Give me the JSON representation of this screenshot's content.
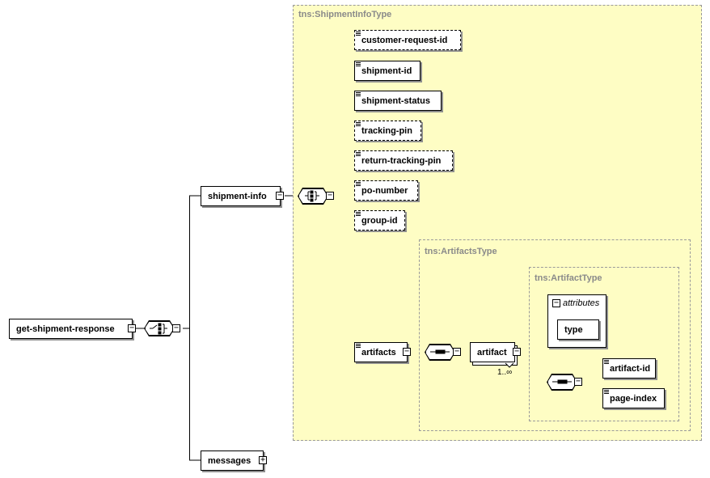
{
  "root": {
    "label": "get-shipment-response"
  },
  "types": {
    "shipment_info_type": "tns:ShipmentInfoType",
    "artifacts_type": "tns:ArtifactsType",
    "artifact_type": "tns:ArtifactType"
  },
  "elements": {
    "shipment_info": "shipment-info",
    "messages": "messages",
    "customer_request_id": "customer-request-id",
    "shipment_id": "shipment-id",
    "shipment_status": "shipment-status",
    "tracking_pin": "tracking-pin",
    "return_tracking_pin": "return-tracking-pin",
    "po_number": "po-number",
    "group_id": "group-id",
    "artifacts": "artifacts",
    "artifact": "artifact",
    "artifact_id": "artifact-id",
    "page_index": "page-index"
  },
  "attributes": {
    "title": "attributes",
    "items": [
      "type"
    ]
  },
  "occurrence": {
    "artifact": "1..∞"
  },
  "icons": {
    "expand": "+",
    "collapse": "−",
    "choice_compositor": "choice-compositor-icon",
    "sequence_compositor": "sequence-compositor-icon",
    "all_compositor": "all-compositor-icon"
  },
  "colors": {
    "type_region_bg": "#fefdc4",
    "region_border": "#9a9a9a",
    "region_label": "#8a8a8a"
  }
}
